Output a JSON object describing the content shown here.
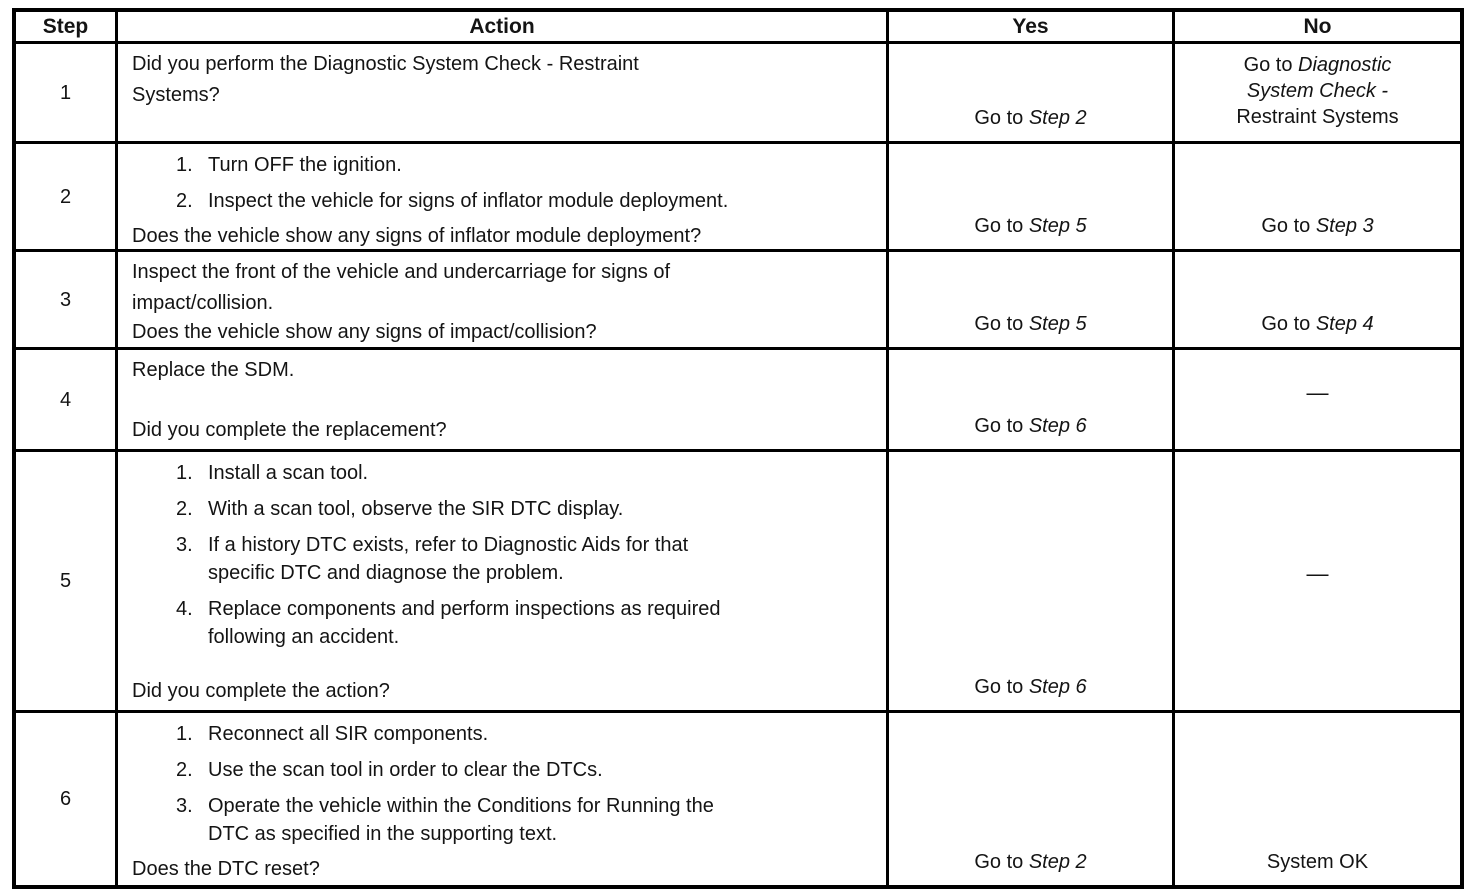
{
  "colors": {
    "ink": "#141414",
    "border": "#000000",
    "background": "#ffffff"
  },
  "table": {
    "headers": {
      "step": "Step",
      "action": "Action",
      "yes": "Yes",
      "no": "No"
    },
    "rows": [
      {
        "step": "1",
        "action": {
          "paras": [
            "Did you perform the Diagnostic System Check - Restraint\nSystems?"
          ]
        },
        "yes": {
          "prefix": "Go to ",
          "ref": "Step 2"
        },
        "no": {
          "prefix": "Go to ",
          "ref": "Diagnostic System Check -",
          "suffix": " Restraint Systems"
        }
      },
      {
        "step": "2",
        "action": {
          "items": [
            {
              "num": "1.",
              "text": "Turn OFF the ignition."
            },
            {
              "num": "2.",
              "text": "Inspect the vehicle for signs of inflator module deployment."
            }
          ],
          "question": "Does the vehicle show any signs of inflator module deployment?"
        },
        "yes": {
          "prefix": "Go to ",
          "ref": "Step 5"
        },
        "no": {
          "prefix": "Go to ",
          "ref": "Step 3"
        }
      },
      {
        "step": "3",
        "action": {
          "paras": [
            "Inspect the front of the vehicle and undercarriage for signs of\nimpact/collision."
          ],
          "question": "Does the vehicle show any signs of impact/collision?"
        },
        "yes": {
          "prefix": "Go to ",
          "ref": "Step 5"
        },
        "no": {
          "prefix": "Go to ",
          "ref": "Step 4"
        }
      },
      {
        "step": "4",
        "action": {
          "paras": [
            "Replace the SDM."
          ],
          "question": "Did you complete the replacement?"
        },
        "yes": {
          "prefix": "Go to ",
          "ref": "Step 6"
        },
        "no": {
          "dash": "—"
        }
      },
      {
        "step": "5",
        "action": {
          "items": [
            {
              "num": "1.",
              "text": "Install a scan tool."
            },
            {
              "num": "2.",
              "text": "With a scan tool, observe the SIR DTC display."
            },
            {
              "num": "3.",
              "text": "If a history DTC exists, refer to Diagnostic Aids for that\nspecific DTC and diagnose the problem."
            },
            {
              "num": "4.",
              "text": "Replace components and perform inspections as required\nfollowing an accident."
            }
          ],
          "question": "Did you complete the action?"
        },
        "yes": {
          "prefix": "Go to ",
          "ref": "Step 6"
        },
        "no": {
          "dash": "—"
        }
      },
      {
        "step": "6",
        "action": {
          "items": [
            {
              "num": "1.",
              "text": "Reconnect all SIR components."
            },
            {
              "num": "2.",
              "text": "Use the scan tool in order to clear the DTCs."
            },
            {
              "num": "3.",
              "text": "Operate the vehicle within the Conditions for Running the\nDTC as specified in the supporting text."
            }
          ],
          "question": "Does the DTC reset?"
        },
        "yes": {
          "prefix": "Go to ",
          "ref": "Step 2"
        },
        "no": {
          "text": "System OK"
        }
      }
    ]
  }
}
